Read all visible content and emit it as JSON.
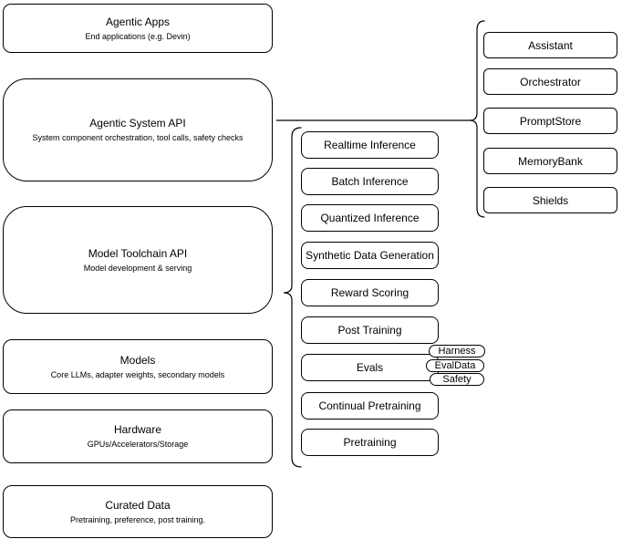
{
  "diagram": {
    "stack": [
      {
        "title": "Agentic Apps",
        "subtitle": "End applications (e.g. Devin)"
      },
      {
        "title": "Agentic System API",
        "subtitle": "System component orchestration, tool calls, safety checks"
      },
      {
        "title": "Model Toolchain API",
        "subtitle": "Model development & serving"
      },
      {
        "title": "Models",
        "subtitle": "Core LLMs, adapter weights, secondary models"
      },
      {
        "title": "Hardware",
        "subtitle": "GPUs/Accelerators/Storage"
      },
      {
        "title": "Curated Data",
        "subtitle": "Pretraining, preference, post training."
      }
    ],
    "toolchain_api_items": [
      "Realtime Inference",
      "Batch Inference",
      "Quantized Inference",
      "Synthetic Data Generation",
      "Reward Scoring",
      "Post Training",
      "Evals",
      "Continual Pretraining",
      "Pretraining"
    ],
    "system_api_items": [
      "Assistant",
      "Orchestrator",
      "PromptStore",
      "MemoryBank",
      "Shields"
    ],
    "evals_badges": [
      "Harness",
      "EvalData",
      "Safety"
    ],
    "colors": {
      "stroke": "#000000",
      "background": "#ffffff",
      "text": "#000000"
    }
  }
}
